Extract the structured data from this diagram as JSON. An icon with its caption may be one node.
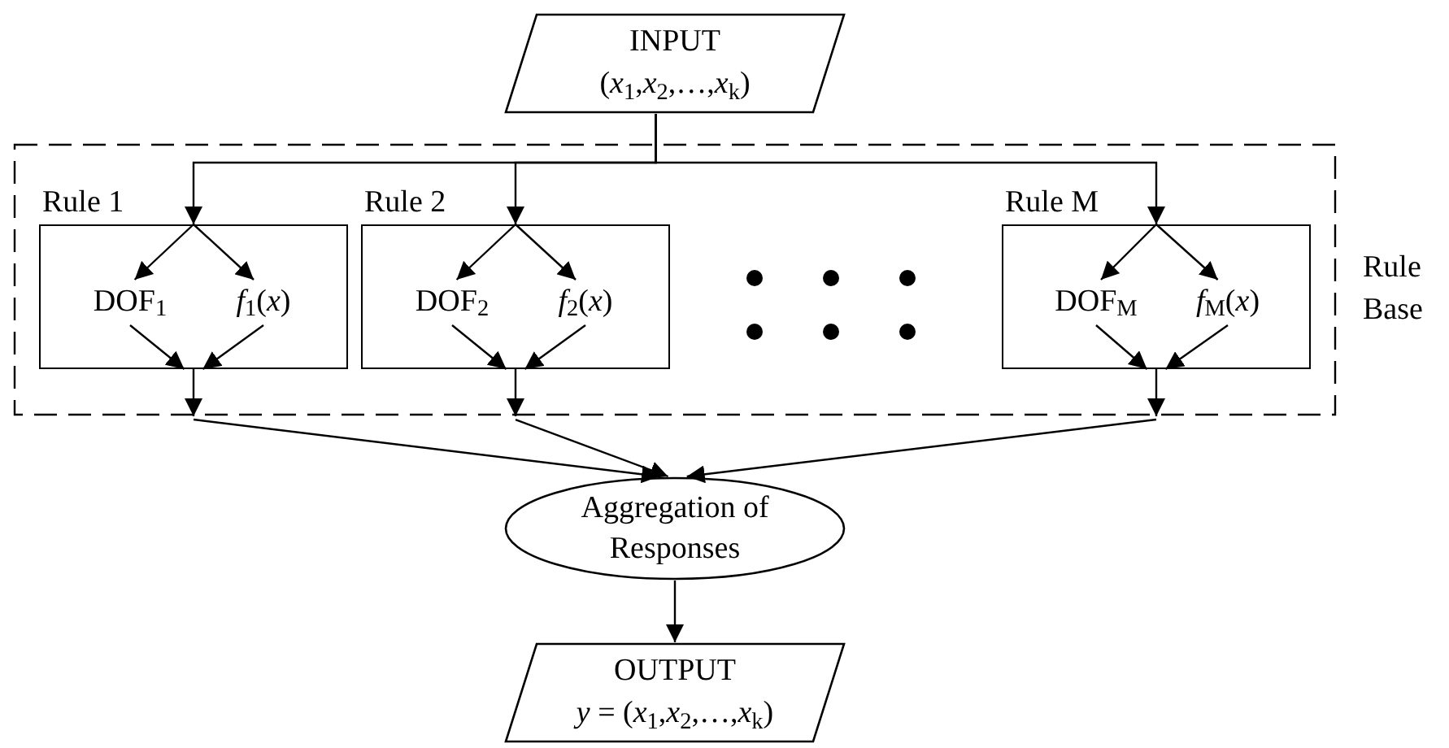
{
  "diagram": {
    "nodes": [
      {
        "text": [
          "INPUT",
          "(*x*$_{1}$,*x*$_{2}$,…,*x*$_{k}$)"
        ]
      },
      {
        "text": [
          "Rule Base"
        ]
      },
      {
        "text": [
          "Rule 1"
        ],
        "in": 1
      },
      {
        "text": [
          "DOF$_{1}$"
        ],
        "in": 2
      },
      {
        "text": [
          "*f*$_{1}$(*x*)"
        ],
        "in": 2
      },
      {
        "text": [
          "Rule 2"
        ],
        "in": 1
      },
      {
        "text": [
          "DOF$_{2}$"
        ],
        "in": 5
      },
      {
        "text": [
          "*f*$_{2}$(*x*)"
        ],
        "in": 5
      },
      {
        "text": [
          "Rule M"
        ],
        "in": 1
      },
      {
        "text": [
          "DOF$_{M}$"
        ],
        "in": 8
      },
      {
        "text": [
          "*f*$_{M}$(*x*)"
        ],
        "in": 8
      },
      {
        "text": [
          "Aggregation of Responses"
        ]
      },
      {
        "text": [
          "OUTPUT",
          "*y* = (*x*$_{1}$,*x*$_{2}$,…,*x*$_{k}$)"
        ]
      }
    ],
    "edges": [
      {
        "from": 0,
        "to": 2,
        "arrow": "to"
      },
      {
        "from": 0,
        "to": 5,
        "arrow": "to"
      },
      {
        "from": 0,
        "to": 8,
        "arrow": "to"
      },
      {
        "from": 2,
        "to": 3,
        "arrow": "to"
      },
      {
        "from": 2,
        "to": 4,
        "arrow": "to"
      },
      {
        "from": 3,
        "to": 2,
        "arrow": "to"
      },
      {
        "from": 4,
        "to": 2,
        "arrow": "to"
      },
      {
        "from": 5,
        "to": 6,
        "arrow": "to"
      },
      {
        "from": 5,
        "to": 7,
        "arrow": "to"
      },
      {
        "from": 6,
        "to": 5,
        "arrow": "to"
      },
      {
        "from": 7,
        "to": 5,
        "arrow": "to"
      },
      {
        "from": 8,
        "to": 9,
        "arrow": "to"
      },
      {
        "from": 8,
        "to": 10,
        "arrow": "to"
      },
      {
        "from": 9,
        "to": 8,
        "arrow": "to"
      },
      {
        "from": 10,
        "to": 8,
        "arrow": "to"
      },
      {
        "from": 2,
        "to": 1,
        "arrow": "to"
      },
      {
        "from": 5,
        "to": 1,
        "arrow": "to"
      },
      {
        "from": 8,
        "to": 1,
        "arrow": "to"
      },
      {
        "from": 1,
        "to": 11,
        "arrow": "to"
      },
      {
        "from": 1,
        "to": 11,
        "arrow": "to"
      },
      {
        "from": 1,
        "to": 11,
        "arrow": "to"
      },
      {
        "from": 11,
        "to": 12,
        "arrow": "to"
      }
    ]
  }
}
